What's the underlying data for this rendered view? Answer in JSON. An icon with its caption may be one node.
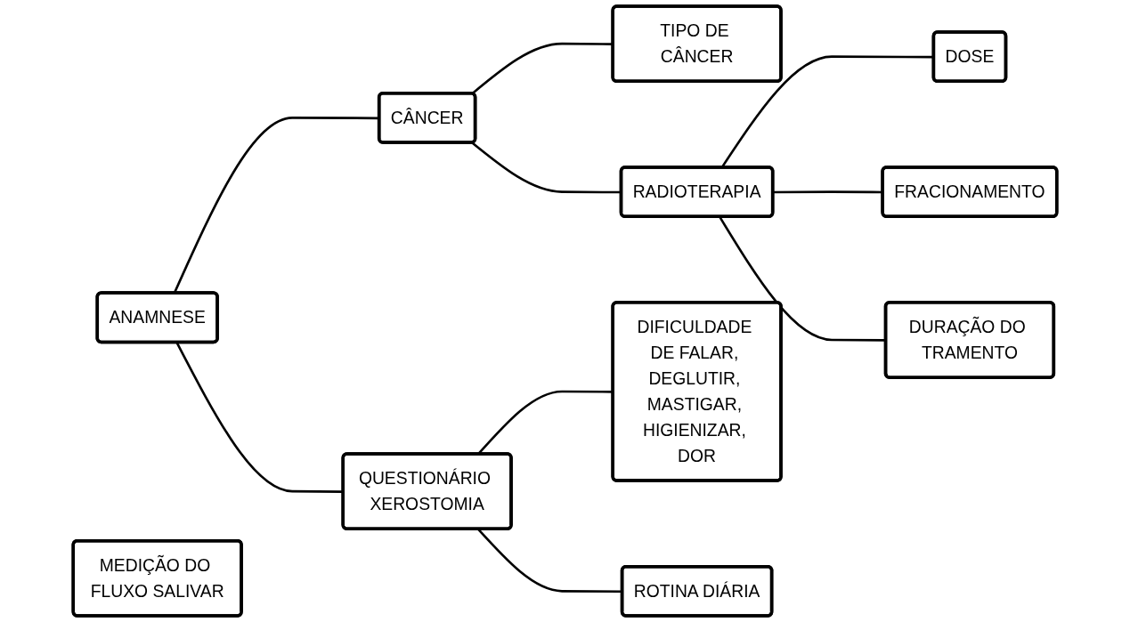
{
  "diagram": {
    "nodes": [
      {
        "text": [
          "ANAMNESE"
        ]
      },
      {
        "text": [
          "CÂNCER"
        ]
      },
      {
        "text": [
          "TIPO DE CÂNCER"
        ]
      },
      {
        "text": [
          "RADIOTERAPIA"
        ]
      },
      {
        "text": [
          "DOSE"
        ]
      },
      {
        "text": [
          "FRACIONAMENTO"
        ]
      },
      {
        "text": [
          "DURAÇÃO DO TRAMENTO"
        ]
      },
      {
        "text": [
          "QUESTIONÁRIO XEROSTOMIA"
        ]
      },
      {
        "text": [
          "DIFICULDADE DE FALAR, DEGLUTIR, MASTIGAR, HIGIENIZAR, DOR"
        ]
      },
      {
        "text": [
          "ROTINA DIÁRIA"
        ]
      },
      {
        "text": [
          "MEDIÇÃO DO FLUXO SALIVAR"
        ]
      }
    ],
    "edges": [
      {
        "from": 0,
        "to": 1,
        "arrow": "none"
      },
      {
        "from": 1,
        "to": 2,
        "arrow": "none"
      },
      {
        "from": 1,
        "to": 3,
        "arrow": "none"
      },
      {
        "from": 3,
        "to": 4,
        "arrow": "none"
      },
      {
        "from": 3,
        "to": 5,
        "arrow": "none"
      },
      {
        "from": 3,
        "to": 6,
        "arrow": "none"
      },
      {
        "from": 0,
        "to": 7,
        "arrow": "none"
      },
      {
        "from": 7,
        "to": 8,
        "arrow": "none"
      },
      {
        "from": 7,
        "to": 9,
        "arrow": "none"
      }
    ]
  }
}
